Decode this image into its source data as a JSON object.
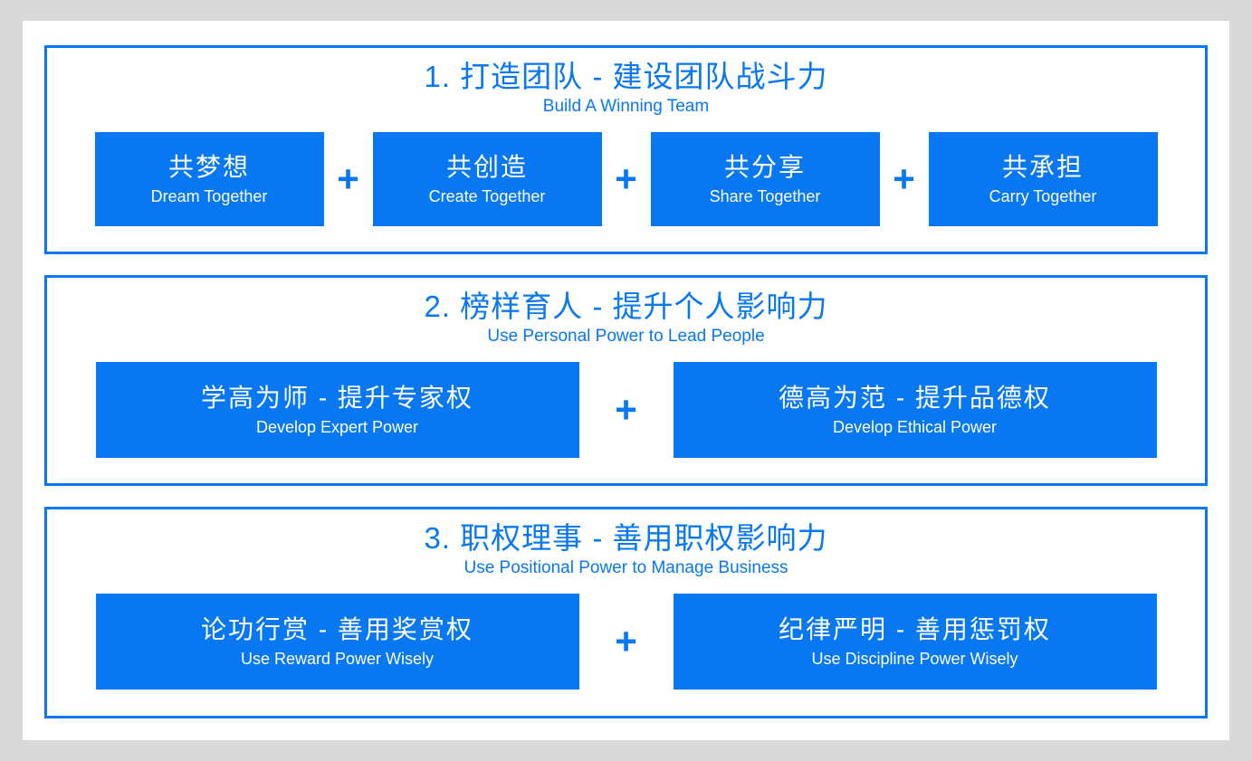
{
  "colors": {
    "accent": "#0778F2",
    "page-bg": "#D9D9D9",
    "canvas-bg": "#FFFFFF",
    "box-text": "#FFFFFF"
  },
  "plus_sign": "+",
  "sections": [
    {
      "title": "1. 打造团队 - 建设团队战斗力",
      "subtitle": "Build A Winning Team",
      "boxes": [
        {
          "zh": "共梦想",
          "en": "Dream Together"
        },
        {
          "zh": "共创造",
          "en": "Create Together"
        },
        {
          "zh": "共分享",
          "en": "Share Together"
        },
        {
          "zh": "共承担",
          "en": "Carry Together"
        }
      ]
    },
    {
      "title": "2. 榜样育人 - 提升个人影响力",
      "subtitle": "Use Personal Power to Lead People",
      "boxes": [
        {
          "zh": "学高为师 - 提升专家权",
          "en": "Develop Expert Power"
        },
        {
          "zh": "德高为范 - 提升品德权",
          "en": "Develop Ethical Power"
        }
      ]
    },
    {
      "title": "3. 职权理事 - 善用职权影响力",
      "subtitle": "Use Positional Power to Manage Business",
      "boxes": [
        {
          "zh": "论功行赏 - 善用奖赏权",
          "en": "Use Reward Power Wisely"
        },
        {
          "zh": "纪律严明 - 善用惩罚权",
          "en": "Use Discipline Power Wisely"
        }
      ]
    }
  ]
}
